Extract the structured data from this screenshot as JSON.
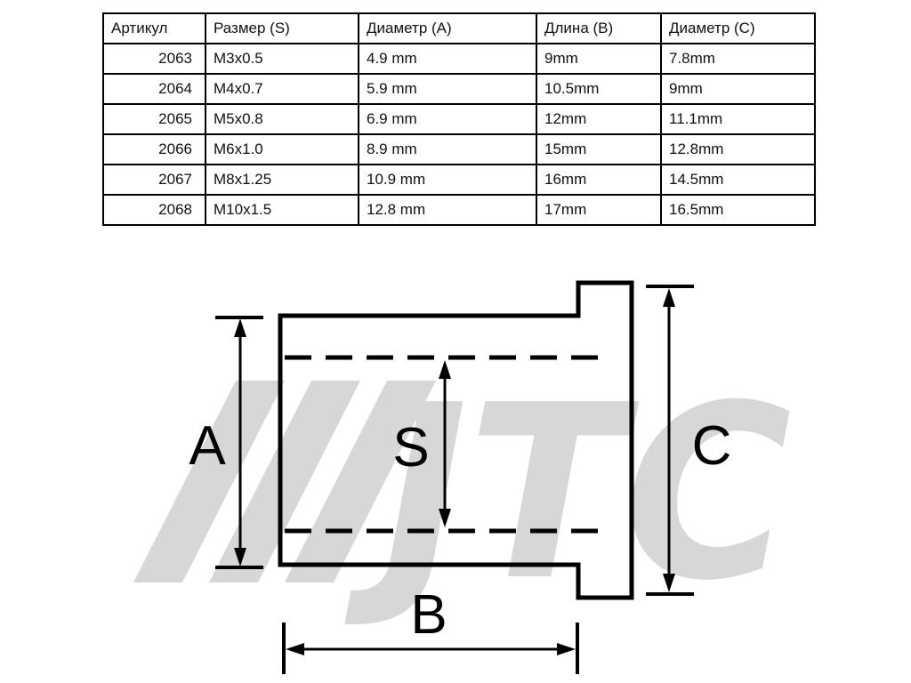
{
  "table": {
    "headers": [
      "Артикул",
      "Размер (S)",
      "Диаметр (A)",
      "Длина (B)",
      "Диаметр (C)"
    ],
    "rows": [
      [
        "2063",
        "M3x0.5",
        "4.9 mm",
        "9mm",
        "7.8mm"
      ],
      [
        "2064",
        "M4x0.7",
        "5.9 mm",
        "10.5mm",
        "9mm"
      ],
      [
        "2065",
        "M5x0.8",
        "6.9 mm",
        "12mm",
        "11.1mm"
      ],
      [
        "2066",
        "M6x1.0",
        "8.9 mm",
        "15mm",
        "12.8mm"
      ],
      [
        "2067",
        "M8x1.25",
        "10.9 mm",
        "16mm",
        "14.5mm"
      ],
      [
        "2068",
        "M10x1.5",
        "12.8 mm",
        "17mm",
        "16.5mm"
      ]
    ]
  },
  "diagram": {
    "labels": {
      "a": "A",
      "s": "S",
      "c": "C",
      "b": "B"
    },
    "watermark": "JTC",
    "colors": {
      "line": "#000000",
      "watermark": "#d7d7d7"
    }
  }
}
